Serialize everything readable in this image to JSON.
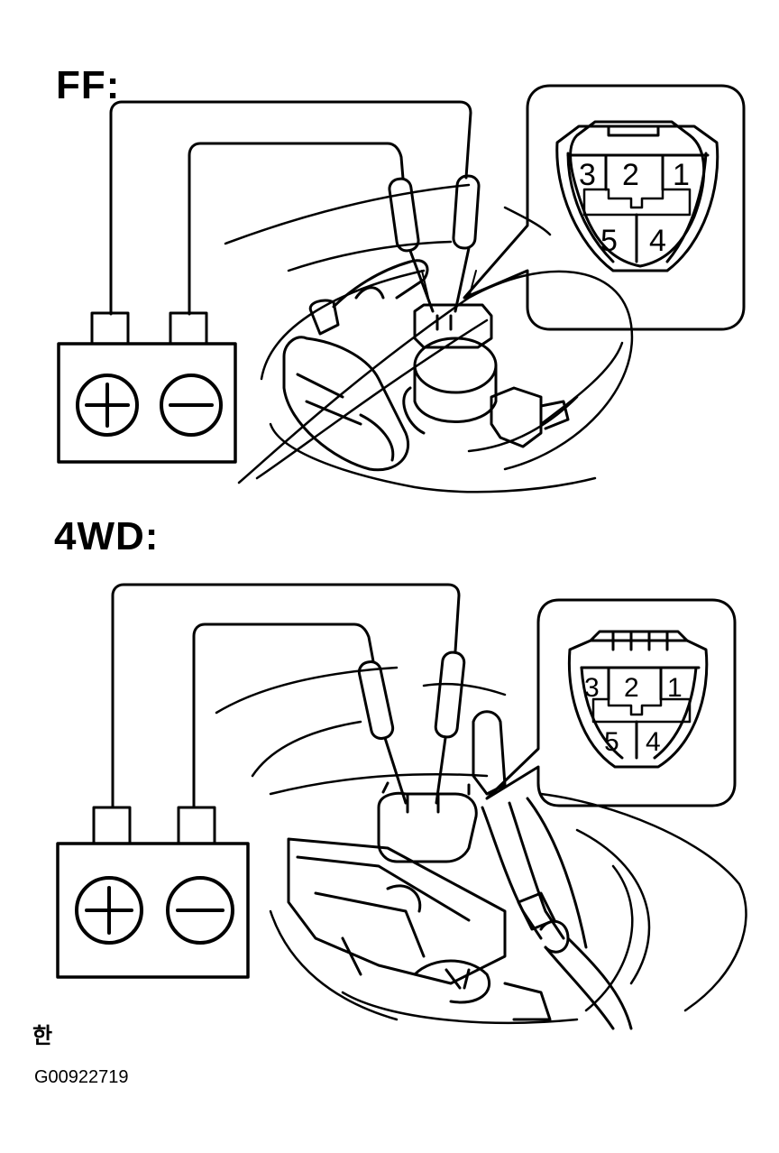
{
  "sections": [
    {
      "title": "FF:",
      "meter": {
        "positive": "+",
        "negative": "−"
      },
      "connector_pins": [
        "3",
        "2",
        "1",
        "5",
        "4"
      ]
    },
    {
      "title": "4WD:",
      "meter": {
        "positive": "+",
        "negative": "−"
      },
      "connector_pins": [
        "3",
        "2",
        "1",
        "5",
        "4"
      ]
    }
  ],
  "footer": {
    "mark": "한",
    "figure_code": "G00922719"
  },
  "colors": {
    "ink": "#000000",
    "paper": "#ffffff"
  }
}
